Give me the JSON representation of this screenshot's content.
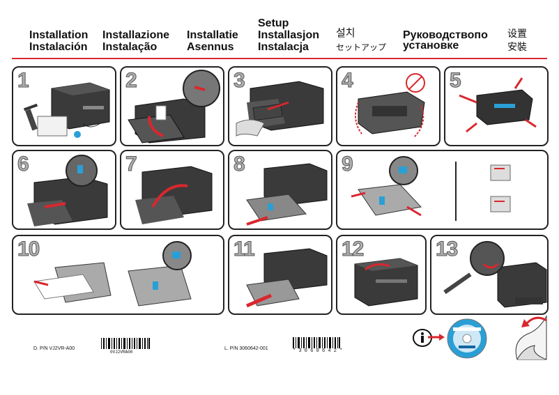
{
  "header": {
    "titles": [
      {
        "line1": "Installation",
        "line2": "Instalación"
      },
      {
        "line1": "Installazione",
        "line2": "Instalação"
      },
      {
        "line1": "Installatie",
        "line2": "Asennus"
      },
      {
        "line0": "Setup",
        "line1": "Installasjon",
        "line2": "Instalacja"
      },
      {
        "line1": "설치",
        "line2": "セットアップ"
      },
      {
        "line1": "Руководствопо",
        "line2": "установке"
      },
      {
        "line1": "设置",
        "line2": "安裝"
      }
    ]
  },
  "steps": [
    "1",
    "2",
    "3",
    "4",
    "5",
    "6",
    "7",
    "8",
    "9",
    "10",
    "11",
    "12",
    "13"
  ],
  "footer": {
    "dpn": "D. P/N VJ2VR-A00",
    "dpn_barcode_text": "0VJ2VRA00",
    "lpn": "L. P/N 3060642-001",
    "lpn_barcode_text": "* 3 0 6 0 6 4 2 *"
  },
  "colors": {
    "accent": "#d9272e",
    "highlight": "#2a9fd6"
  }
}
